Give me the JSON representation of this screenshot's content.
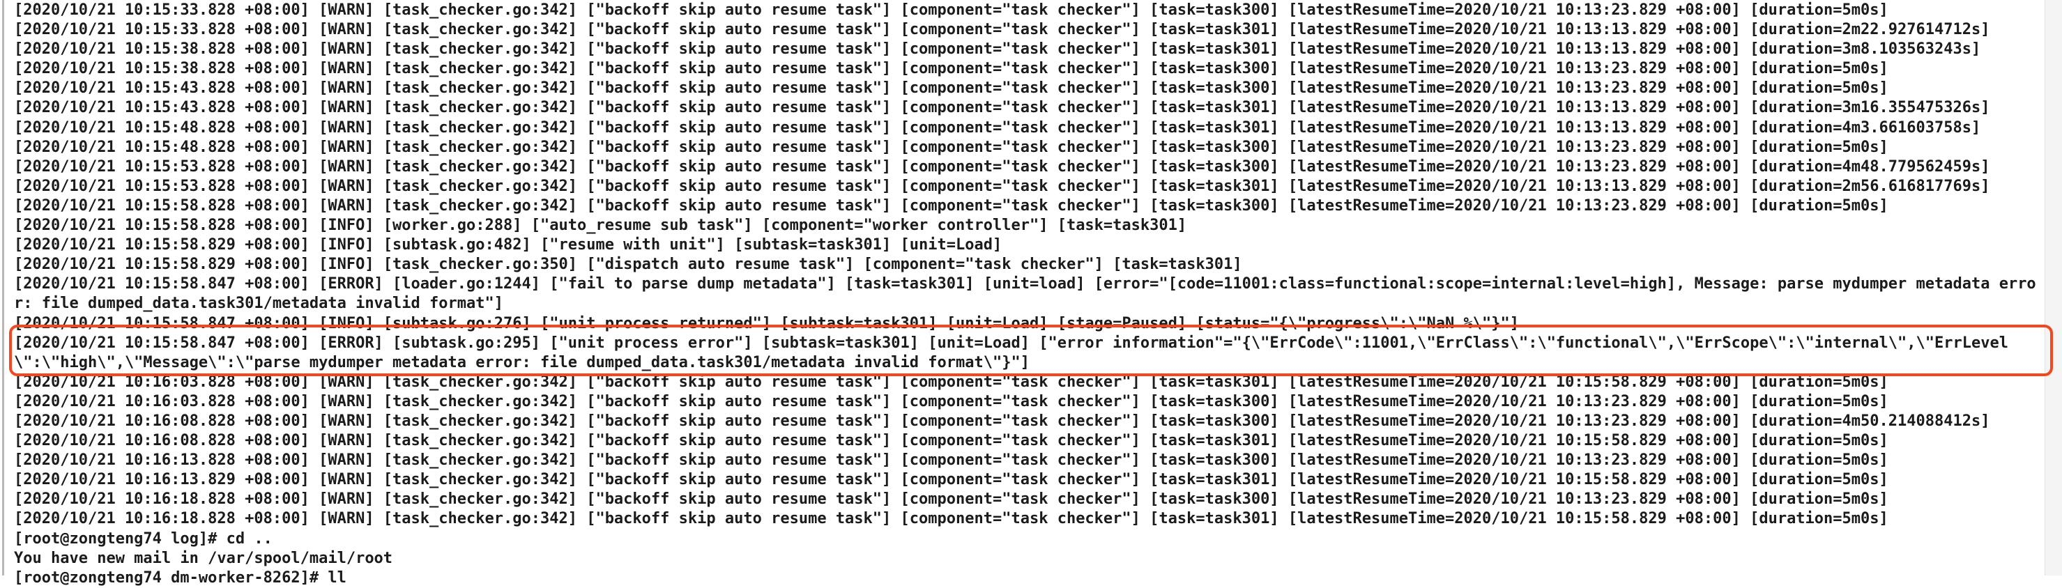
{
  "terminal": {
    "highlight_color": "#f2481f",
    "lines": [
      "[2020/10/21 10:15:33.828 +08:00] [WARN] [task_checker.go:342] [\"backoff skip auto resume task\"] [component=\"task checker\"] [task=task300] [latestResumeTime=2020/10/21 10:13:23.829 +08:00] [duration=5m0s]",
      "[2020/10/21 10:15:33.828 +08:00] [WARN] [task_checker.go:342] [\"backoff skip auto resume task\"] [component=\"task checker\"] [task=task301] [latestResumeTime=2020/10/21 10:13:13.829 +08:00] [duration=2m22.927614712s]",
      "[2020/10/21 10:15:38.828 +08:00] [WARN] [task_checker.go:342] [\"backoff skip auto resume task\"] [component=\"task checker\"] [task=task301] [latestResumeTime=2020/10/21 10:13:13.829 +08:00] [duration=3m8.103563243s]",
      "[2020/10/21 10:15:38.828 +08:00] [WARN] [task_checker.go:342] [\"backoff skip auto resume task\"] [component=\"task checker\"] [task=task300] [latestResumeTime=2020/10/21 10:13:23.829 +08:00] [duration=5m0s]",
      "[2020/10/21 10:15:43.828 +08:00] [WARN] [task_checker.go:342] [\"backoff skip auto resume task\"] [component=\"task checker\"] [task=task300] [latestResumeTime=2020/10/21 10:13:23.829 +08:00] [duration=5m0s]",
      "[2020/10/21 10:15:43.828 +08:00] [WARN] [task_checker.go:342] [\"backoff skip auto resume task\"] [component=\"task checker\"] [task=task301] [latestResumeTime=2020/10/21 10:13:13.829 +08:00] [duration=3m16.355475326s]",
      "[2020/10/21 10:15:48.828 +08:00] [WARN] [task_checker.go:342] [\"backoff skip auto resume task\"] [component=\"task checker\"] [task=task301] [latestResumeTime=2020/10/21 10:13:13.829 +08:00] [duration=4m3.661603758s]",
      "[2020/10/21 10:15:48.828 +08:00] [WARN] [task_checker.go:342] [\"backoff skip auto resume task\"] [component=\"task checker\"] [task=task300] [latestResumeTime=2020/10/21 10:13:23.829 +08:00] [duration=5m0s]",
      "[2020/10/21 10:15:53.828 +08:00] [WARN] [task_checker.go:342] [\"backoff skip auto resume task\"] [component=\"task checker\"] [task=task300] [latestResumeTime=2020/10/21 10:13:23.829 +08:00] [duration=4m48.779562459s]",
      "[2020/10/21 10:15:53.828 +08:00] [WARN] [task_checker.go:342] [\"backoff skip auto resume task\"] [component=\"task checker\"] [task=task301] [latestResumeTime=2020/10/21 10:13:13.829 +08:00] [duration=2m56.616817769s]",
      "[2020/10/21 10:15:58.828 +08:00] [WARN] [task_checker.go:342] [\"backoff skip auto resume task\"] [component=\"task checker\"] [task=task300] [latestResumeTime=2020/10/21 10:13:23.829 +08:00] [duration=5m0s]",
      "[2020/10/21 10:15:58.828 +08:00] [INFO] [worker.go:288] [\"auto_resume sub task\"] [component=\"worker controller\"] [task=task301]",
      "[2020/10/21 10:15:58.829 +08:00] [INFO] [subtask.go:482] [\"resume with unit\"] [subtask=task301] [unit=Load]",
      "[2020/10/21 10:15:58.829 +08:00] [INFO] [task_checker.go:350] [\"dispatch auto resume task\"] [component=\"task checker\"] [task=task301]",
      "[2020/10/21 10:15:58.847 +08:00] [ERROR] [loader.go:1244] [\"fail to parse dump metadata\"] [task=task301] [unit=load] [error=\"[code=11001:class=functional:scope=internal:level=high], Message: parse mydumper metadata error: file dumped_data.task301/metadata invalid format\"]",
      "[2020/10/21 10:15:58.847 +08:00] [INFO] [subtask.go:276] [\"unit process returned\"] [subtask=task301] [unit=Load] [stage=Paused] [status=\"{\\\"progress\\\":\\\"NaN %\\\"}\"]",
      "[2020/10/21 10:15:58.847 +08:00] [ERROR] [subtask.go:295] [\"unit process error\"] [subtask=task301] [unit=Load] [\"error information\"=\"{\\\"ErrCode\\\":11001,\\\"ErrClass\\\":\\\"functional\\\",\\\"ErrScope\\\":\\\"internal\\\",\\\"ErrLevel\\\":\\\"high\\\",\\\"Message\\\":\\\"parse mydumper metadata error: file dumped_data.task301/metadata invalid format\\\"}\"]",
      "[2020/10/21 10:16:03.828 +08:00] [WARN] [task_checker.go:342] [\"backoff skip auto resume task\"] [component=\"task checker\"] [task=task301] [latestResumeTime=2020/10/21 10:15:58.829 +08:00] [duration=5m0s]",
      "[2020/10/21 10:16:03.828 +08:00] [WARN] [task_checker.go:342] [\"backoff skip auto resume task\"] [component=\"task checker\"] [task=task300] [latestResumeTime=2020/10/21 10:13:23.829 +08:00] [duration=5m0s]",
      "[2020/10/21 10:16:08.828 +08:00] [WARN] [task_checker.go:342] [\"backoff skip auto resume task\"] [component=\"task checker\"] [task=task300] [latestResumeTime=2020/10/21 10:13:23.829 +08:00] [duration=4m50.214088412s]",
      "[2020/10/21 10:16:08.828 +08:00] [WARN] [task_checker.go:342] [\"backoff skip auto resume task\"] [component=\"task checker\"] [task=task301] [latestResumeTime=2020/10/21 10:15:58.829 +08:00] [duration=5m0s]",
      "[2020/10/21 10:16:13.828 +08:00] [WARN] [task_checker.go:342] [\"backoff skip auto resume task\"] [component=\"task checker\"] [task=task300] [latestResumeTime=2020/10/21 10:13:23.829 +08:00] [duration=5m0s]",
      "[2020/10/21 10:16:13.829 +08:00] [WARN] [task_checker.go:342] [\"backoff skip auto resume task\"] [component=\"task checker\"] [task=task301] [latestResumeTime=2020/10/21 10:15:58.829 +08:00] [duration=5m0s]",
      "[2020/10/21 10:16:18.828 +08:00] [WARN] [task_checker.go:342] [\"backoff skip auto resume task\"] [component=\"task checker\"] [task=task300] [latestResumeTime=2020/10/21 10:13:23.829 +08:00] [duration=5m0s]",
      "[2020/10/21 10:16:18.828 +08:00] [WARN] [task_checker.go:342] [\"backoff skip auto resume task\"] [component=\"task checker\"] [task=task301] [latestResumeTime=2020/10/21 10:15:58.829 +08:00] [duration=5m0s]",
      "[root@zongteng74 log]# cd ..",
      "You have new mail in /var/spool/mail/root",
      "[root@zongteng74 dm-worker-8262]# ll"
    ]
  }
}
